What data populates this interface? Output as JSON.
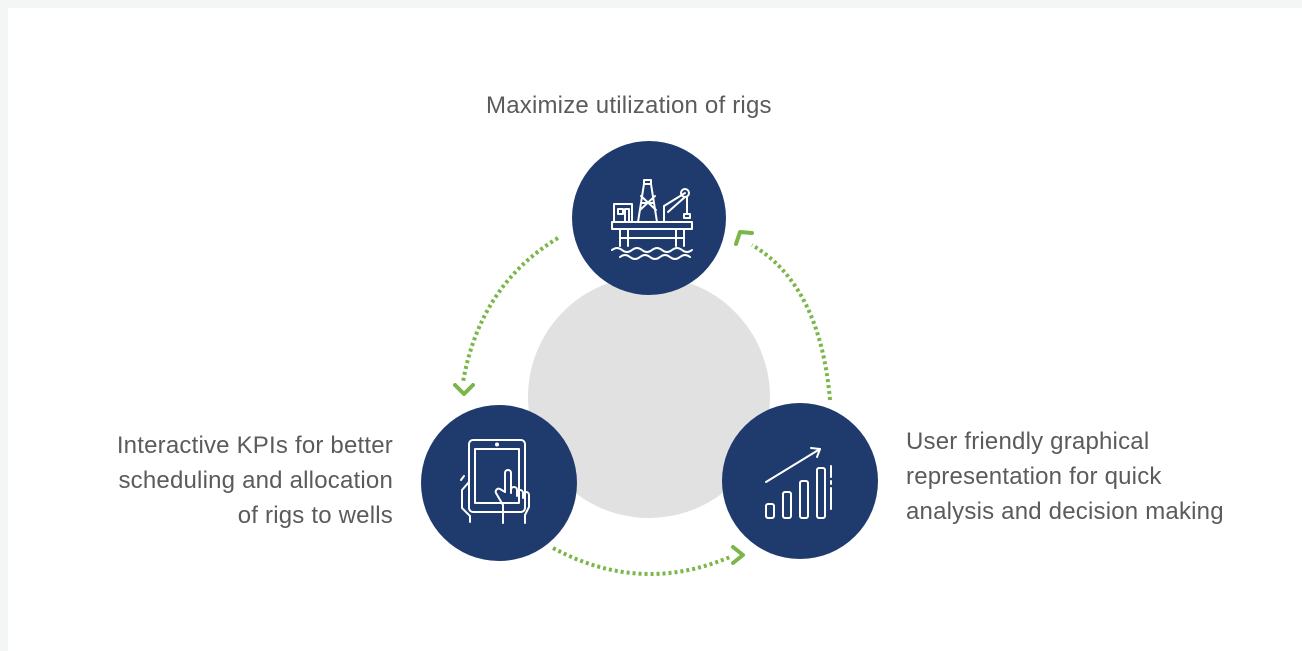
{
  "diagram": {
    "nodes": [
      {
        "id": "rig-utilization",
        "icon": "offshore-rig-icon",
        "label_lines": [
          "Maximize utilization of rigs"
        ]
      },
      {
        "id": "interactive-kpis",
        "icon": "tablet-touch-icon",
        "label_lines": [
          "Interactive KPIs for better",
          "scheduling and allocation",
          "of rigs to wells"
        ]
      },
      {
        "id": "graphical-representation",
        "icon": "bar-chart-growth-icon",
        "label_lines": [
          "User friendly graphical",
          "representation for quick",
          "analysis and decision making"
        ]
      }
    ],
    "colors": {
      "node_fill": "#1f3b6e",
      "center_fill": "#e1e1e1",
      "arrow": "#7ab648",
      "text": "#5b5b5b",
      "icon_stroke": "#ffffff"
    }
  }
}
